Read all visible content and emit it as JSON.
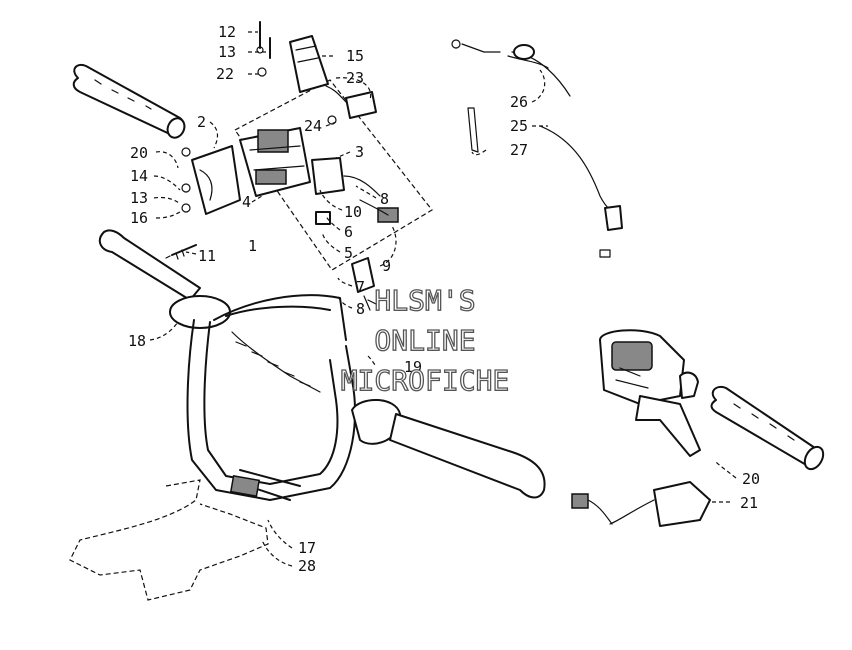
{
  "callouts": [
    {
      "id": "c12a",
      "text": "12"
    },
    {
      "id": "c13a",
      "text": "13"
    },
    {
      "id": "c22",
      "text": "22"
    },
    {
      "id": "c15",
      "text": "15"
    },
    {
      "id": "c23",
      "text": "23"
    },
    {
      "id": "c24",
      "text": "24"
    },
    {
      "id": "c2",
      "text": "2"
    },
    {
      "id": "c3",
      "text": "3"
    },
    {
      "id": "c20a",
      "text": "20"
    },
    {
      "id": "c14",
      "text": "14"
    },
    {
      "id": "c13b",
      "text": "13"
    },
    {
      "id": "c16",
      "text": "16"
    },
    {
      "id": "c4",
      "text": "4"
    },
    {
      "id": "c1",
      "text": "1"
    },
    {
      "id": "c11",
      "text": "11"
    },
    {
      "id": "c10",
      "text": "10"
    },
    {
      "id": "c8a",
      "text": "8"
    },
    {
      "id": "c6",
      "text": "6"
    },
    {
      "id": "c5",
      "text": "5"
    },
    {
      "id": "c9",
      "text": "9"
    },
    {
      "id": "c7",
      "text": "7"
    },
    {
      "id": "c8b",
      "text": "8"
    },
    {
      "id": "c26",
      "text": "26"
    },
    {
      "id": "c25",
      "text": "25"
    },
    {
      "id": "c27",
      "text": "27"
    },
    {
      "id": "c18",
      "text": "18"
    },
    {
      "id": "c19",
      "text": "19"
    },
    {
      "id": "c20b",
      "text": "20"
    },
    {
      "id": "c21",
      "text": "21"
    },
    {
      "id": "c17",
      "text": "17"
    },
    {
      "id": "c28",
      "text": "28"
    }
  ],
  "watermark": {
    "line1": "HLSM'S",
    "line2": "ONLINE",
    "line3": "MICROFICHE"
  }
}
